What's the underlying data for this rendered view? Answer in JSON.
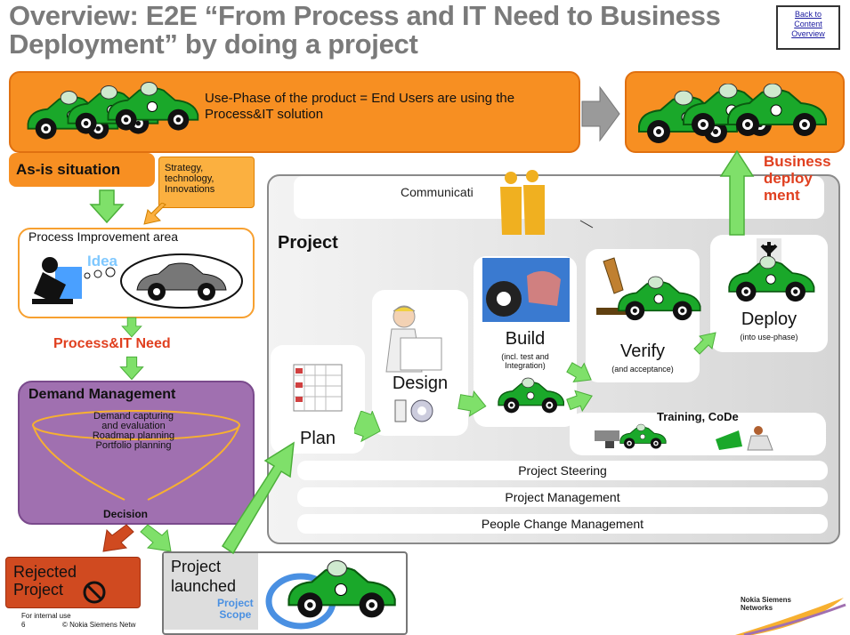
{
  "title": "Overview: E2E “From Process and IT Need to Business Deployment” by doing a project",
  "back_link": [
    "Back to",
    "Content",
    "Overview"
  ],
  "use_phase_text": "Use-Phase of the product = End Users are using the Process&IT solution",
  "as_is": "As-is situation",
  "strategy": [
    "Strategy,",
    "technology,",
    "Innovations"
  ],
  "business_deployment": [
    "Business",
    "deploy",
    "ment"
  ],
  "communication": "Communicati",
  "project_label": "Project",
  "process_improvement": "Process Improvement area",
  "idea": "Idea",
  "process_it_need": "Process&IT Need",
  "demand_management": {
    "title": "Demand Management",
    "items": [
      "Demand capturing",
      "and evaluation",
      "Roadmap planning",
      "Portfolio planning"
    ],
    "decision": "Decision"
  },
  "rejected": [
    "Rejected",
    "Project"
  ],
  "launched": [
    "Project",
    "launched"
  ],
  "project_scope": [
    "Project",
    "Scope"
  ],
  "phases": {
    "plan": "Plan",
    "design": "Design",
    "build": {
      "label": "Build",
      "sub": [
        "(incl. test and",
        "Integration)"
      ]
    },
    "verify": {
      "label": "Verify",
      "sub": "(and acceptance)"
    },
    "deploy": {
      "label": "Deploy",
      "sub": "(into use-phase)"
    }
  },
  "training": "Training, CoDe",
  "bars": [
    "Project Steering",
    "Project Management",
    "People Change Management"
  ],
  "footer": {
    "internal": "For internal use",
    "page": "6",
    "copyright": "© Nokia Siemens  Netw"
  },
  "logo": [
    "Nokia Siemens",
    "Networks"
  ],
  "colors": {
    "orange": "#f78f22",
    "green_arrow": "#7fe06a",
    "purple": "#a070b0",
    "red_text": "#e04020",
    "car_green": "#1aa82a"
  }
}
